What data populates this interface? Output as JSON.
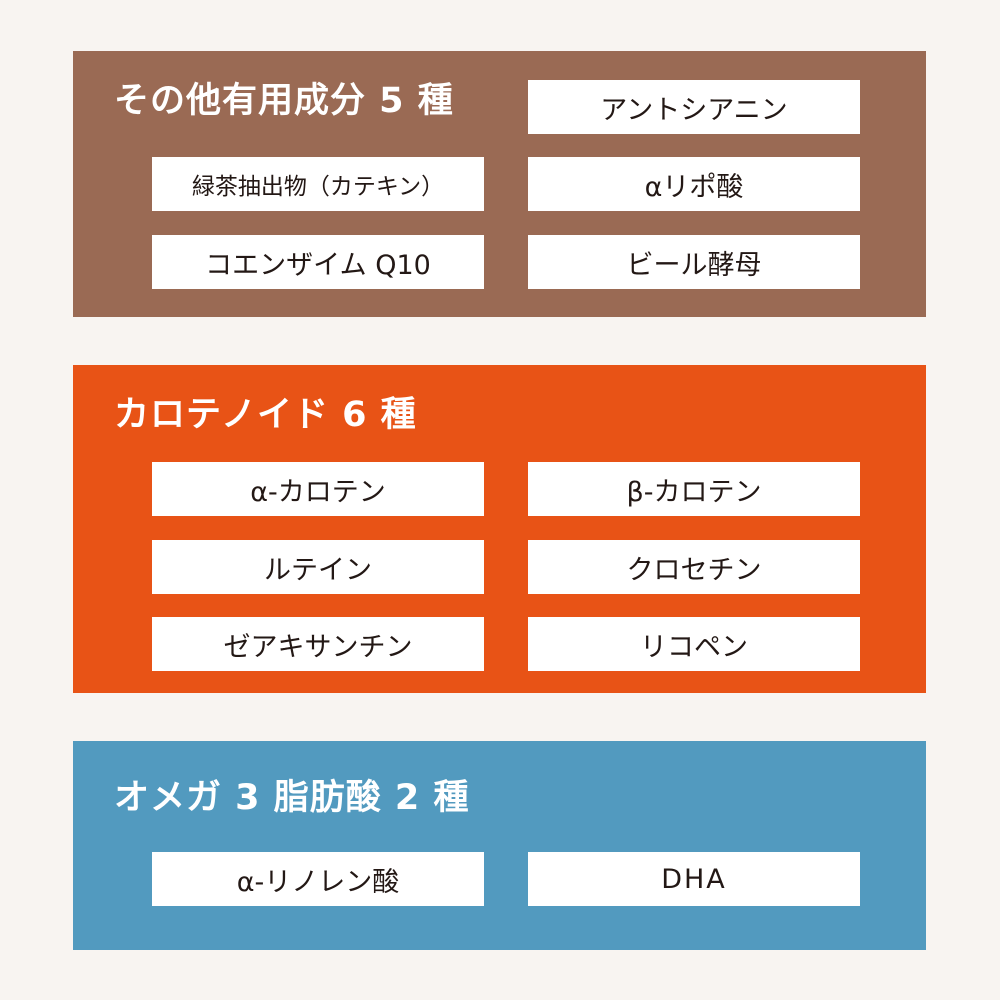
{
  "colors": {
    "background": "#f8f4f1",
    "other_panel": "#9a6a54",
    "carotenoid_panel": "#e85316",
    "omega_panel": "#529abf",
    "item_background": "#ffffff",
    "item_text": "#231815",
    "title_text": "#ffffff"
  },
  "other": {
    "title": "その他有用成分 5 種",
    "items": [
      "アントシアニン",
      "緑茶抽出物（カテキン）",
      "αリポ酸",
      "コエンザイム Q10",
      "ビール酵母"
    ]
  },
  "carotenoid": {
    "title": "カロテノイド 6 種",
    "items": [
      "α-カロテン",
      "β-カロテン",
      "ルテイン",
      "クロセチン",
      "ゼアキサンチン",
      "リコペン"
    ]
  },
  "omega": {
    "title": "オメガ 3 脂肪酸 2 種",
    "items": [
      "α-リノレン酸",
      "DHA"
    ]
  }
}
